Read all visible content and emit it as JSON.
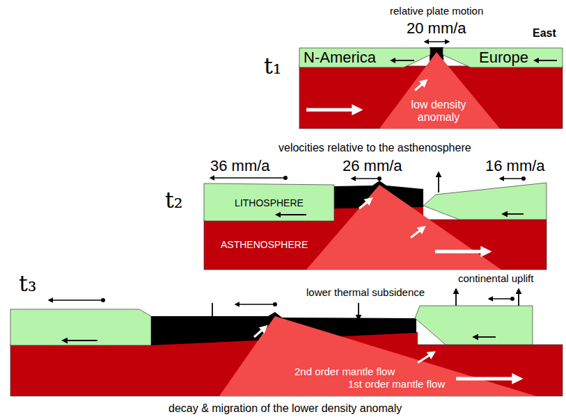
{
  "diagram": {
    "nodes": [
      {
        "text": [
          "N-America"
        ]
      },
      {
        "text": [
          "Europe"
        ]
      },
      {
        "text": [
          "LITHOSPHERE"
        ]
      }
    ],
    "labels": [
      "relative plate motion",
      "20 mm/a",
      "East",
      "t₁",
      "low density anomaly",
      "velocities relative to the asthenosphere",
      "36 mm/a",
      "26 mm/a",
      "16 mm/a",
      "t₂",
      "ASTHENOSPHERE",
      "t₃",
      "lower thermal subsidence",
      "continental uplift",
      "2nd order mantle flow",
      "1st order mantle flow",
      "decay & migration of the lower density anomaly"
    ]
  }
}
